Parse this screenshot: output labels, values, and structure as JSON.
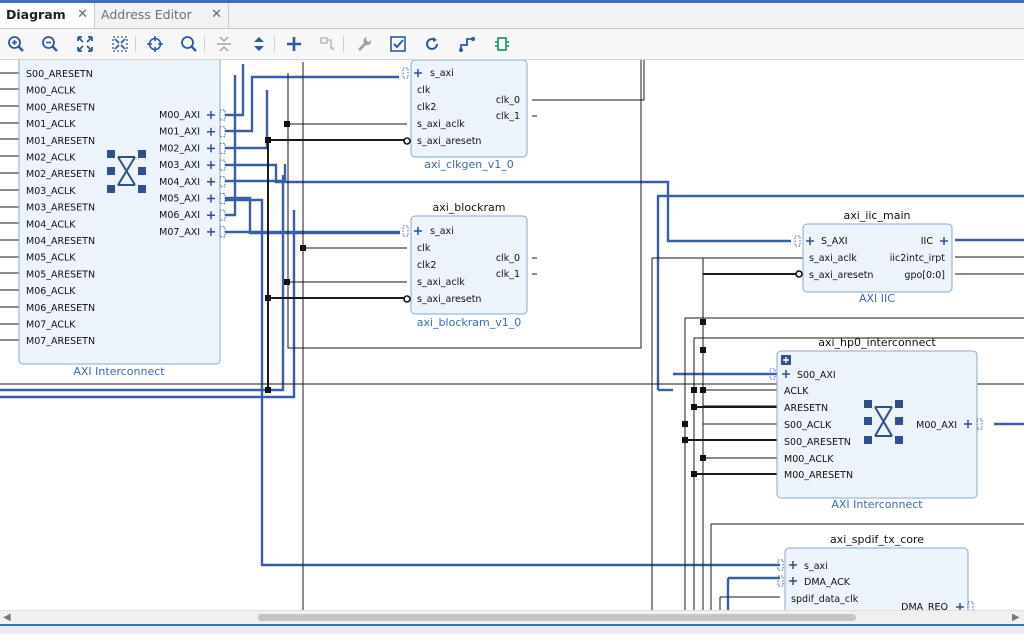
{
  "tabs": [
    {
      "label": "Diagram",
      "close": "✕"
    },
    {
      "label": "Address Editor",
      "close": "✕"
    }
  ],
  "toolbar": [
    "zoom-in-icon",
    "zoom-out-icon",
    "zoom-fit-icon",
    "fit-selection-icon",
    "auto-connect-icon",
    "search-icon",
    "collapse-icon",
    "expand-icon",
    "add-ip-icon",
    "route-icon",
    "wrench-icon",
    "validate-icon",
    "regenerate-icon",
    "optimize-routing-icon",
    "pin-icon"
  ],
  "axi_interconnect_left": {
    "title": "AXI Interconnect",
    "inputs": [
      "S00_ARESETN",
      "M00_ACLK",
      "M00_ARESETN",
      "M01_ACLK",
      "M01_ARESETN",
      "M02_ACLK",
      "M02_ARESETN",
      "M03_ACLK",
      "M03_ARESETN",
      "M04_ACLK",
      "M04_ARESETN",
      "M05_ACLK",
      "M05_ARESETN",
      "M06_ACLK",
      "M06_ARESETN",
      "M07_ACLK",
      "M07_ARESETN"
    ],
    "outputs": [
      "M00_AXI",
      "M01_AXI",
      "M02_AXI",
      "M03_AXI",
      "M04_AXI",
      "M05_AXI",
      "M06_AXI",
      "M07_AXI"
    ]
  },
  "axi_clkgen": {
    "name": "",
    "subtitle": "axi_clkgen_v1_0",
    "inputs": [
      "s_axi",
      "clk",
      "clk2",
      "s_axi_aclk",
      "s_axi_aresetn"
    ],
    "outputs": [
      "clk_0",
      "clk_1"
    ]
  },
  "axi_blockram": {
    "name": "axi_blockram",
    "subtitle": "axi_blockram_v1_0",
    "inputs": [
      "s_axi",
      "clk",
      "clk2",
      "s_axi_aclk",
      "s_axi_aresetn"
    ],
    "outputs": [
      "clk_0",
      "clk_1"
    ]
  },
  "axi_iic_main": {
    "name": "axi_iic_main",
    "subtitle": "AXI IIC",
    "inputs": [
      "S_AXI",
      "s_axi_aclk",
      "s_axi_aresetn"
    ],
    "outputs": [
      "IIC",
      "iic2intc_irpt",
      "gpo[0:0]"
    ]
  },
  "axi_hp0_interconnect": {
    "name": "axi_hp0_interconnect",
    "subtitle": "AXI Interconnect",
    "inputs": [
      "S00_AXI",
      "ACLK",
      "ARESETN",
      "S00_ACLK",
      "S00_ARESETN",
      "M00_ACLK",
      "M00_ARESETN"
    ],
    "outputs": [
      "M00_AXI"
    ]
  },
  "axi_spdif_tx_core": {
    "name": "axi_spdif_tx_core",
    "inputs": [
      "s_axi",
      "DMA_ACK",
      "spdif_data_clk"
    ],
    "outputs": [
      "DMA_REQ"
    ]
  },
  "scroll": {
    "left": "◀",
    "right": "▶"
  },
  "colors": {
    "accent": "#3f6fb5",
    "block_fill": "#ecf3fb",
    "block_border": "#8aa7cd",
    "wire_bus": "#3b5ea8",
    "wire": "#1a1a1a"
  }
}
